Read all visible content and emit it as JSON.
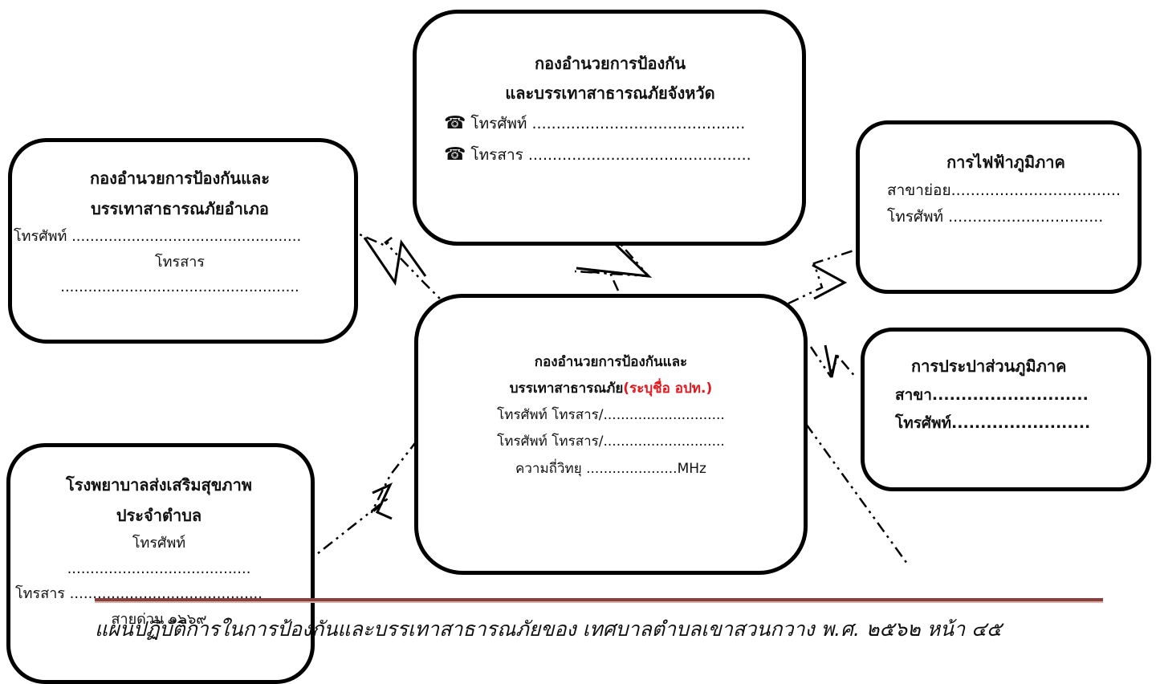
{
  "nodes": {
    "province": {
      "title_1": "กองอำนวยการป้องกัน",
      "title_2": "และบรรเทาสาธารณภัยจังหวัด",
      "phone": "โทรศัพท์ ............................................",
      "fax": "โทรสาร ..............................................",
      "phone_icon": "☎",
      "icon_name": "telephone-icon"
    },
    "district": {
      "title_1": "กองอำนวยการป้องกันและ",
      "title_2": "บรรเทาสาธารณภัยอำเภอ",
      "phone": "โทรศัพท์ ..................................................",
      "fax_label": "โทรสาร",
      "fax_dots": "...................................................."
    },
    "electric": {
      "title": "การไฟฟ้าภูมิภาค",
      "branch": "สาขาย่อย...................................",
      "phone": "โทรศัพท์ ................................"
    },
    "water": {
      "title": "การประปาส่วนภูมิภาค",
      "branch": "สาขา...........................",
      "phone": "โทรศัพท์........................"
    },
    "main": {
      "title_1": "กองอำนวยการป้องกันและ",
      "title_2": "บรรเทาสาธารณภัย",
      "title_2_note": "(ระบุชื่อ อปท.)",
      "phone_fax_1": "โทรศัพท์ โทรสาร/............................",
      "phone_fax_2": "โทรศัพท์ โทรสาร/............................",
      "radio_label": "ความถี่วิทยุ ",
      "radio_dots": ".....................",
      "radio_unit": "MHz"
    },
    "hospital": {
      "title_1": "โรงพยาบาลส่งเสริมสุขภาพ",
      "title_2": "ประจำตำบล",
      "phone_label": "โทรศัพท์",
      "phone_dots": "........................................",
      "fax": "โทรสาร ..........................................",
      "hotline": "สายด่วน ๑๖๖๙"
    }
  },
  "footer": {
    "text": "แผนปฏิบัติการในการป้องกันและบรรเทาสาธารณภัยของ เทศบาลตำบลเขาสวนกวาง พ.ศ. ๒๕๖๒   หน้า ๔๕"
  },
  "colors": {
    "note_red": "#e3171d",
    "rule": "#8a3f3f"
  }
}
